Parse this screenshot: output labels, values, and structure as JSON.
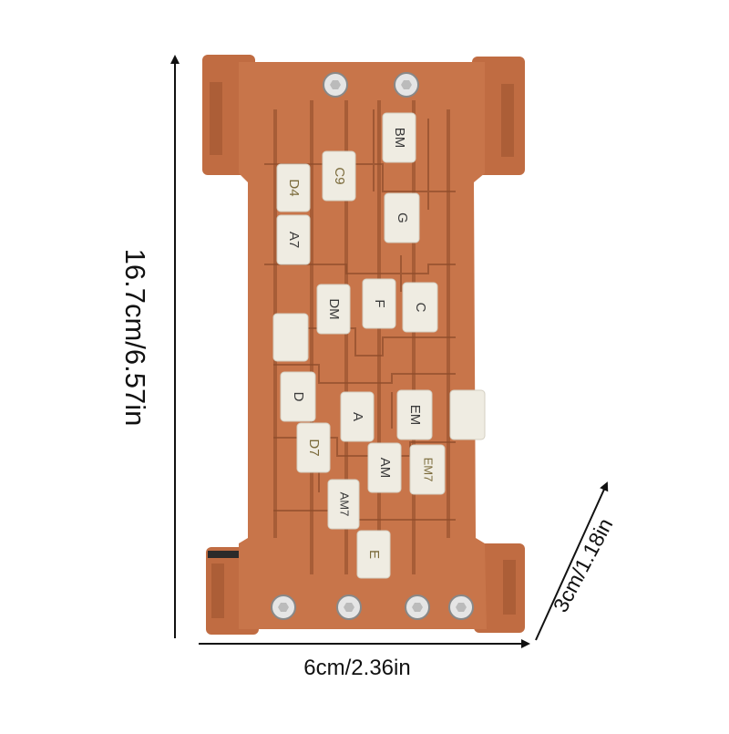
{
  "dimensions": {
    "height": "16.7cm/6.57in",
    "width": "6cm/2.36in",
    "depth": "3cm/1.18in"
  },
  "colors": {
    "body": "#c8754a",
    "body_dark": "#9a5430",
    "slot": "#8e4d2b",
    "key": "#efece2",
    "key_text": "#3a3a3a",
    "screw": "#d9d9d9"
  },
  "keys": [
    {
      "label": "BM"
    },
    {
      "label": "C9"
    },
    {
      "label": "D4"
    },
    {
      "label": "G"
    },
    {
      "label": "A7"
    },
    {
      "label": "DM"
    },
    {
      "label": "F"
    },
    {
      "label": "C"
    },
    {
      "label": ""
    },
    {
      "label": "D"
    },
    {
      "label": "A"
    },
    {
      "label": "EM"
    },
    {
      "label": ""
    },
    {
      "label": "D7"
    },
    {
      "label": "AM"
    },
    {
      "label": "EM7"
    },
    {
      "label": "AM7"
    },
    {
      "label": "E"
    }
  ]
}
